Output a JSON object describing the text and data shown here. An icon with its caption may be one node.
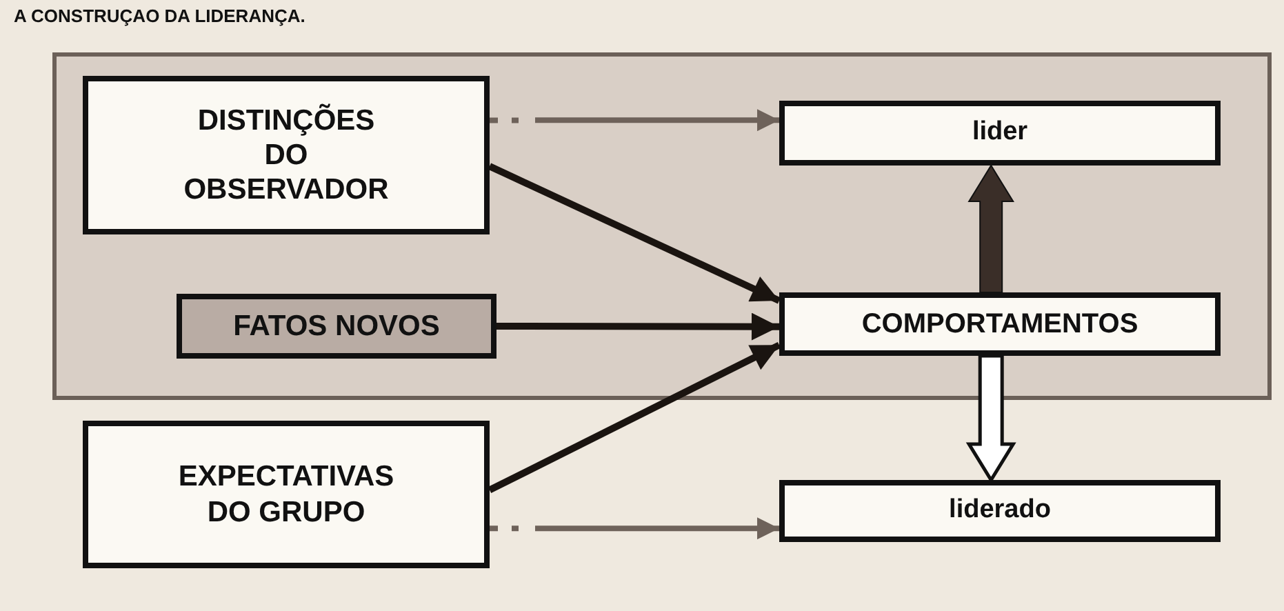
{
  "diagram": {
    "title": "A CONSTRUÇAO DA LIDERANÇA.",
    "nodes": [
      {
        "text": [],
        "shape": "box"
      },
      {
        "text": [
          "DISTINÇÕES DO OBSERVADOR"
        ],
        "in": 0
      },
      {
        "text": [
          "lider"
        ],
        "in": 0
      },
      {
        "text": [
          "FATOS NOVOS"
        ],
        "in": 0
      },
      {
        "text": [
          "COMPORTAMENTOS"
        ],
        "in": 0
      },
      {
        "text": [
          "EXPECTATIVAS DO GRUPO"
        ]
      },
      {
        "text": [
          "liderado"
        ]
      }
    ],
    "edges": [
      {
        "from": 1,
        "to": 2,
        "arrow": "to",
        "style": "dashed",
        "color": "#6e625a"
      },
      {
        "from": 1,
        "to": 4,
        "arrow": "to"
      },
      {
        "from": 3,
        "to": 4,
        "arrow": "to"
      },
      {
        "from": 5,
        "to": 4,
        "arrow": "to"
      },
      {
        "from": 4,
        "to": 2,
        "arrow": "to",
        "style": "thick",
        "color": "#3a2e28"
      },
      {
        "from": 4,
        "to": 6,
        "arrow": "to",
        "style": "thick",
        "color": "#ffffff"
      },
      {
        "from": 5,
        "to": 6,
        "arrow": "to",
        "style": "dashed",
        "color": "#6e625a"
      }
    ]
  }
}
